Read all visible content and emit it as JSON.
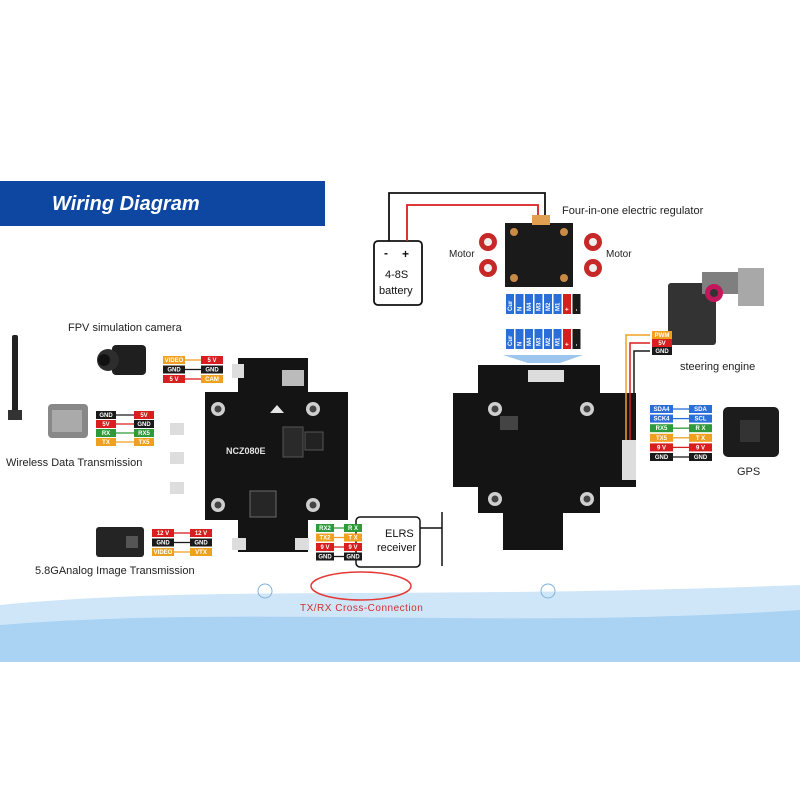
{
  "header": {
    "title": "Wiring Diagram",
    "accent": "#0d47a1"
  },
  "board": {
    "label": "NCZ080E"
  },
  "labels": {
    "fpv_camera": "FPV simulation camera",
    "wireless": "Wireless Data Transmission",
    "image_tx": "5.8GAnalog Image Transmission",
    "elrs_line1": "ELRS",
    "elrs_line2": "receiver",
    "cross": "TX/RX Cross-Connection",
    "esc": "Four-in-one electric regulator",
    "motor_left": "Motor",
    "motor_right": "Motor",
    "battery_line1": "4-8S",
    "battery_line2": "battery",
    "battery_minus": "-",
    "battery_plus": "+",
    "steering": "steering engine",
    "gps": "GPS"
  },
  "pins": {
    "camera": [
      [
        "VIDEO",
        "5 V"
      ],
      [
        "GND",
        "GND"
      ],
      [
        "5 V",
        "CAM"
      ]
    ],
    "wireless": [
      [
        "GND",
        "5V"
      ],
      [
        "5V",
        "GND"
      ],
      [
        "RX",
        "RX5"
      ],
      [
        "TX",
        "TX5"
      ]
    ],
    "imagetx": [
      [
        "12 V",
        "12 V"
      ],
      [
        "GND",
        "GND"
      ],
      [
        "VIDEO",
        "VTX"
      ]
    ],
    "elrs": [
      [
        "RX2",
        "R X"
      ],
      [
        "TX2",
        "T X"
      ],
      [
        "9 V",
        "9 V"
      ],
      [
        "GND",
        "GND"
      ]
    ],
    "steering": [
      "PWM",
      "5V",
      "GND"
    ],
    "gps": [
      [
        "SDA4",
        "SDA"
      ],
      [
        "SCK4",
        "SCL"
      ],
      [
        "RX5",
        "R X"
      ],
      [
        "TX5",
        "T X"
      ],
      [
        "9 V",
        "9 V"
      ],
      [
        "GND",
        "GND"
      ]
    ],
    "esc_top": [
      "Cur",
      "N",
      "M4",
      "M3",
      "M2",
      "M1",
      "+",
      "-"
    ],
    "esc_bottom": [
      "Cur",
      "N",
      "M4",
      "M3",
      "M2",
      "M1",
      "+",
      "-"
    ]
  },
  "colors": {
    "red": "#d81e1e",
    "black": "#1a1a1a",
    "green": "#2e9a3a",
    "orange": "#f0a020",
    "blue": "#2a6ed8",
    "wave": "#8fc3ee"
  }
}
